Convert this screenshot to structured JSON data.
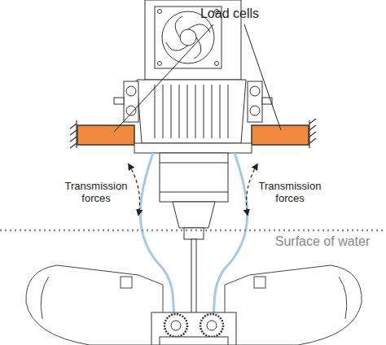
{
  "diagram": {
    "labels": [
      "Load cells",
      "Transmission forces",
      "Transmission forces",
      "Surface of water"
    ]
  }
}
